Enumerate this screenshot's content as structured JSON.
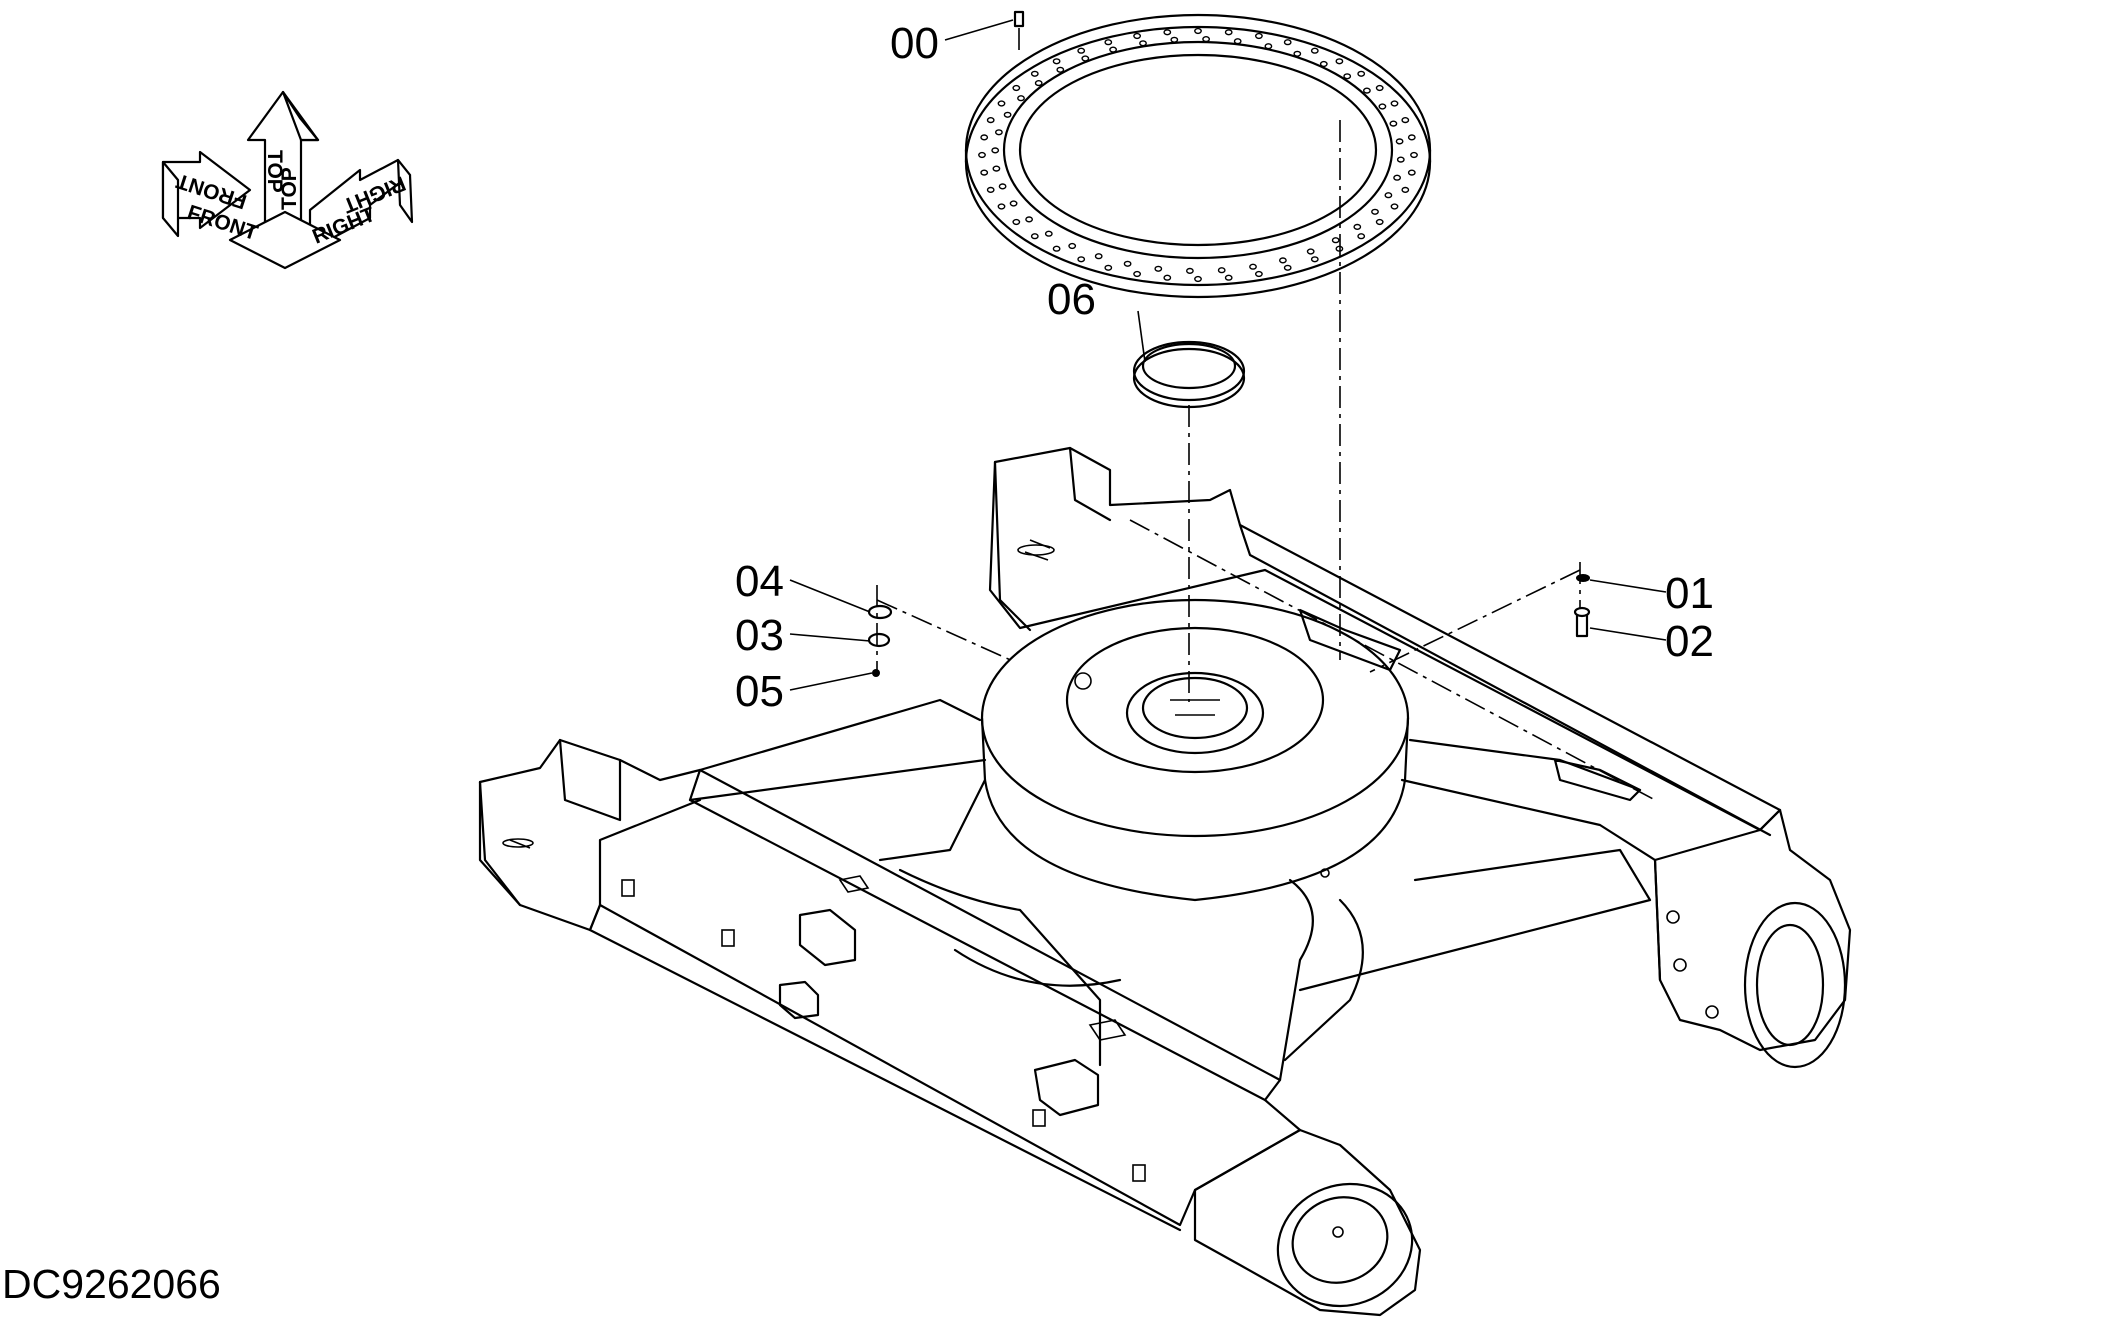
{
  "drawing_id": "DC9262066",
  "orientation": {
    "front": "FRONT",
    "top": "TOP",
    "right": "RIGHT"
  },
  "callouts": {
    "c00": "00",
    "c01": "01",
    "c02": "02",
    "c03": "03",
    "c04": "04",
    "c05": "05",
    "c06": "06"
  }
}
